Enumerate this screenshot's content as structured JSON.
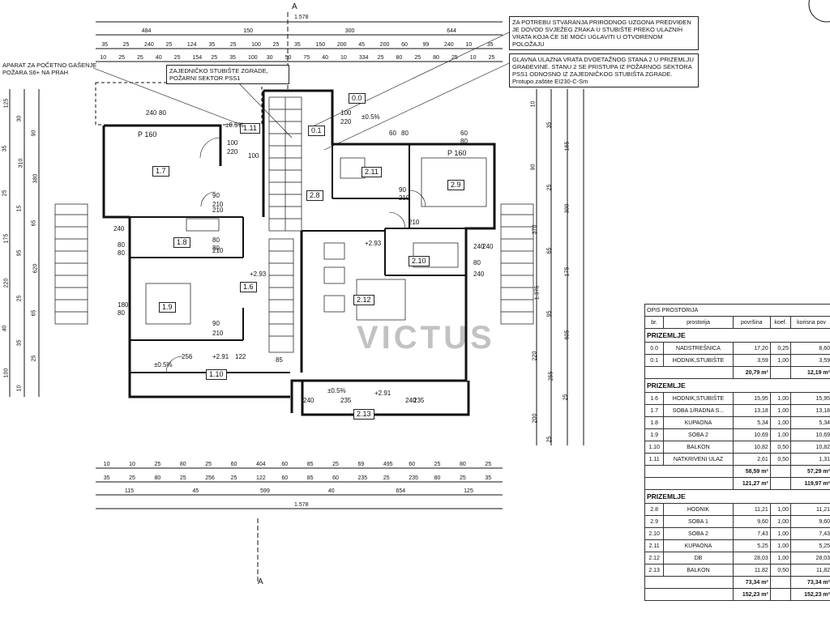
{
  "notes": {
    "left": [
      "APARAT ZA POČETNO GAŠENJE",
      "POŽARA S6+ NA PRAH"
    ],
    "stair": [
      "ZAJEDNIČKO STUBIŠTE ZGRADE,",
      "POŽARNI SEKTOR PSS1"
    ],
    "top_right": [
      "ZA POTREBU STVARANJA PRIRODNOG UZGONA PREDVIĐEN",
      "JE DOVOD SVJEŽEG ZRAKA U STUBIŠTE PREKO ULAZNIH",
      "VRATA KOJA ĆE SE MOĆI UGLAVITI U OTVORENOM",
      "POLOŽAJU"
    ],
    "entry": [
      "GLAVNA ULAZNA VRATA DVOETAŽNOG STANA 2 U PRIZEMLJU",
      "GRAĐEVINE. STANU 2 SE PRISTUPA IZ POŽARNOG SEKTORA",
      "PSS1 ODNOSNO IZ ZAJEDNIČKOG STUBIŠTA ZGRADE.",
      "Protupo.zaštite EI230-C-Sm"
    ]
  },
  "rooms": [
    "0.0",
    "0.1",
    "1.11",
    "1.7",
    "1.8",
    "1.6",
    "1.9",
    "1.10",
    "2.8",
    "2.11",
    "2.9",
    "2.10",
    "2.12",
    "2.13"
  ],
  "room_tags": [
    "P 160",
    "P 160"
  ],
  "levels": [
    "+2.93",
    "+2.93",
    "+2.91",
    "+2.91",
    "±0.5%",
    "±0.5%",
    "±0.5%",
    "±0.5%"
  ],
  "watermark": "VICTUS",
  "dims_top": {
    "r1": [
      "1.578"
    ],
    "r2": [
      "484",
      "150",
      "300",
      "644"
    ],
    "r3": [
      "35",
      "25",
      "240",
      "25",
      "124",
      "35",
      "25",
      "100",
      "25",
      "35",
      "150",
      "200",
      "45",
      "200",
      "60",
      "99",
      "240",
      "10",
      "35"
    ],
    "r4": [
      "10",
      "25",
      "25",
      "40",
      "25",
      "154",
      "25",
      "35",
      "100",
      "30",
      "50",
      "75",
      "40",
      "10",
      "334",
      "25",
      "80",
      "25",
      "80",
      "25",
      "10",
      "25"
    ]
  },
  "dims_bottom": {
    "r1": [
      "10",
      "10",
      "25",
      "80",
      "25",
      "60",
      "404",
      "60",
      "85",
      "25",
      "69",
      "495",
      "60",
      "25",
      "80",
      "25"
    ],
    "r2": [
      "35",
      "25",
      "80",
      "25",
      "256",
      "25",
      "122",
      "60",
      "85",
      "60",
      "235",
      "25",
      "235",
      "80",
      "25",
      "35"
    ],
    "r3": [
      "115",
      "45",
      "599",
      "40",
      "654",
      "125"
    ],
    "r4": [
      "1.578"
    ]
  },
  "dims_left": [
    "125",
    "30",
    "90",
    "35",
    "310",
    "380",
    "25",
    "15",
    "65",
    "175",
    "95",
    "620",
    "220",
    "25",
    "65",
    "40",
    "35",
    "25",
    "100",
    "10"
  ],
  "dims_right": [
    "10",
    "35",
    "165",
    "90",
    "25",
    "300",
    "370",
    "65",
    "175",
    "1.375",
    "95",
    "605",
    "220",
    "255",
    "25",
    "200",
    "25"
  ],
  "inner_dims": [
    "240",
    "80",
    "100",
    "220",
    "100",
    "220",
    "100",
    "210",
    "90",
    "210",
    "240",
    "80",
    "80",
    "80",
    "80",
    "210",
    "90",
    "210",
    "180",
    "80",
    "256",
    "122",
    "85",
    "240",
    "235",
    "240",
    "235",
    "240",
    "60",
    "80",
    "90",
    "210",
    "210",
    "60",
    "80",
    "240",
    "80",
    "240"
  ],
  "section": "A",
  "table": {
    "title": "OPIS PROSTORIJA",
    "headers": [
      "br.",
      "prostorija",
      "površina",
      "koef.",
      "korisna pov"
    ],
    "sections": [
      {
        "name": "PRIZEMLJE",
        "rows": [
          [
            "0.0",
            "NADSTREŠNICA",
            "17,20",
            "0,25",
            "8,60"
          ],
          [
            "0.1",
            "HODNIK,STUBIŠTE",
            "3,59",
            "1,00",
            "3,59"
          ]
        ],
        "totals": [
          [
            "20,79 m²",
            "12,19 m²"
          ]
        ]
      },
      {
        "name": "PRIZEMLJE",
        "rows": [
          [
            "1.6",
            "HODNIK,STUBIŠTE",
            "15,95",
            "1,00",
            "15,95"
          ],
          [
            "1.7",
            "SOBA 1/RADNA S...",
            "13,18",
            "1,00",
            "13,18"
          ],
          [
            "1.8",
            "KUPAONA",
            "5,34",
            "1,00",
            "5,34"
          ],
          [
            "1.9",
            "SOBA 2",
            "10,69",
            "1,00",
            "10,69"
          ],
          [
            "1.10",
            "BALKON",
            "10,82",
            "0,50",
            "10,82"
          ],
          [
            "1.11",
            "NATKRIVENI ULAZ",
            "2,61",
            "0,50",
            "1,31"
          ]
        ],
        "totals": [
          [
            "58,59 m²",
            "57,29 m²"
          ],
          [
            "121,27 m²",
            "119,97 m²"
          ]
        ]
      },
      {
        "name": "PRIZEMLJE",
        "rows": [
          [
            "2.8",
            "HODNIK",
            "11,21",
            "1,00",
            "11,21"
          ],
          [
            "2.9",
            "SOBA 1",
            "9,60",
            "1,00",
            "9,60"
          ],
          [
            "2.10",
            "SOBA 2",
            "7,43",
            "1,00",
            "7,43"
          ],
          [
            "2.11",
            "KUPAONA",
            "5,25",
            "1,00",
            "5,25"
          ],
          [
            "2.12",
            "DB",
            "28,03",
            "1,00",
            "28,03"
          ],
          [
            "2.13",
            "BALKON",
            "11,82",
            "0,50",
            "11,82"
          ]
        ],
        "totals": [
          [
            "73,34 m²",
            "73,34 m²"
          ],
          [
            "152,23 m²",
            "152,23 m²"
          ]
        ]
      }
    ]
  }
}
